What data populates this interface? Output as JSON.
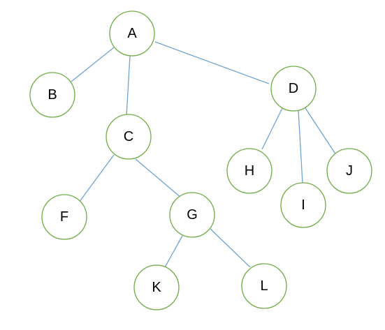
{
  "diagram": {
    "type": "tree",
    "colors": {
      "node_border": "#70ad47",
      "edge": "#6fa3d3",
      "label": "#000000",
      "background": "#ffffff"
    },
    "nodes": [
      {
        "id": "A",
        "label": "A"
      },
      {
        "id": "B",
        "label": "B"
      },
      {
        "id": "C",
        "label": "C"
      },
      {
        "id": "D",
        "label": "D"
      },
      {
        "id": "F",
        "label": "F"
      },
      {
        "id": "G",
        "label": "G"
      },
      {
        "id": "H",
        "label": "H"
      },
      {
        "id": "I",
        "label": "I"
      },
      {
        "id": "J",
        "label": "J"
      },
      {
        "id": "K",
        "label": "K"
      },
      {
        "id": "L",
        "label": "L"
      }
    ],
    "edges": [
      {
        "from": "A",
        "to": "B"
      },
      {
        "from": "A",
        "to": "C"
      },
      {
        "from": "A",
        "to": "D"
      },
      {
        "from": "C",
        "to": "F"
      },
      {
        "from": "C",
        "to": "G"
      },
      {
        "from": "G",
        "to": "K"
      },
      {
        "from": "G",
        "to": "L"
      },
      {
        "from": "D",
        "to": "H"
      },
      {
        "from": "D",
        "to": "I"
      },
      {
        "from": "D",
        "to": "J"
      }
    ]
  }
}
